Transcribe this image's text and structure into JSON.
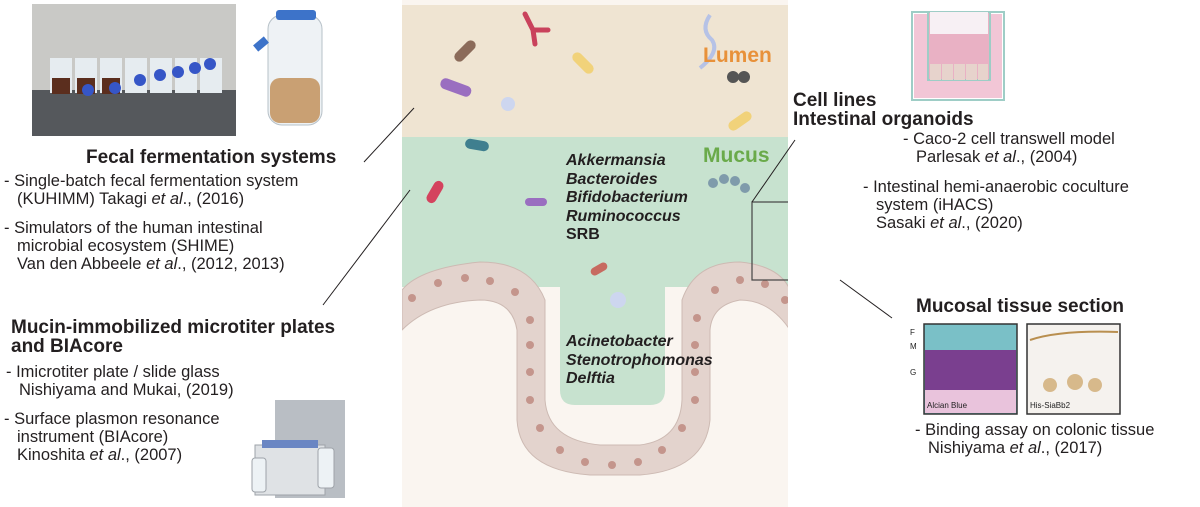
{
  "diagram": {
    "regions": {
      "lumen_label": "Lumen",
      "mucus_label": "Mucus",
      "lumen_color": "#efe4d2",
      "mucus_color": "#c7e2cf",
      "tissue_bg_color": "#faf5f0",
      "lumen_text_color": "#e8913a",
      "mucus_text_color": "#6aaa4a",
      "epithelium_color": "#e3d3cd",
      "nucleus_color": "#c4958c"
    },
    "mucus_taxa": [
      "Akkermansia",
      "Bacteroides",
      "Bifidobacterium",
      "Ruminococcus",
      "SRB"
    ],
    "crypt_taxa": [
      "Acinetobacter",
      "Stenotrophomonas",
      "Delftia"
    ],
    "fecal": {
      "heading": "Fecal fermentation systems",
      "items": [
        {
          "lines": [
            "- Single-batch fecal fermentation system",
            "(KUHIMM) Takagi "
          ],
          "author_italic": "et al",
          "tail": "., (2016)"
        },
        {
          "lines": [
            "- Simulators of the human intestinal",
            "microbial ecosystem (SHIME)",
            "Van den Abbeele "
          ],
          "author_italic": "et al",
          "tail": "., (2012, 2013)"
        }
      ],
      "photo_label": "fermenter-array-photo",
      "icon_label": "culture-bottle"
    },
    "mucin": {
      "heading_line1": "Mucin-immobilized microtiter plates",
      "heading_line2": "and BIAcore",
      "item1_line1": "- Imicrotiter plate / slide glass",
      "item1_line2": "Nishiyama and Mukai, (2019)",
      "item2_line1": "- Surface plasmon resonance",
      "item2_line2": "instrument (BIAcore)",
      "item2_line3_pre": "Kinoshita ",
      "item2_line3_it": "et al",
      "item2_line3_post": "., (2007)"
    },
    "cells": {
      "heading_line1": "Cell lines",
      "heading_line2": "Intestinal organoids",
      "item1_line1": "- Caco-2 cell transwell model",
      "item1_line2_pre": "Parlesak ",
      "item1_line2_it": "et al",
      "item1_line2_post": "., (2004)",
      "item2_line1": "- Intestinal hemi-anaerobic coculture",
      "item2_line2": "system (iHACS)",
      "item2_line3_pre": "Sasaki ",
      "item2_line3_it": "et al",
      "item2_line3_post": "., (2020)"
    },
    "tissue": {
      "heading": "Mucosal tissue section",
      "panel1_label": "Alcian Blue",
      "panel2_label": "His-SiaBb2",
      "layer_labels": [
        "F",
        "M",
        "G"
      ],
      "item_line1": "- Binding assay on colonic tissue",
      "item_line2_pre": "Nishiyama ",
      "item_line2_it": "et al",
      "item_line2_post": "., (2017)"
    }
  }
}
